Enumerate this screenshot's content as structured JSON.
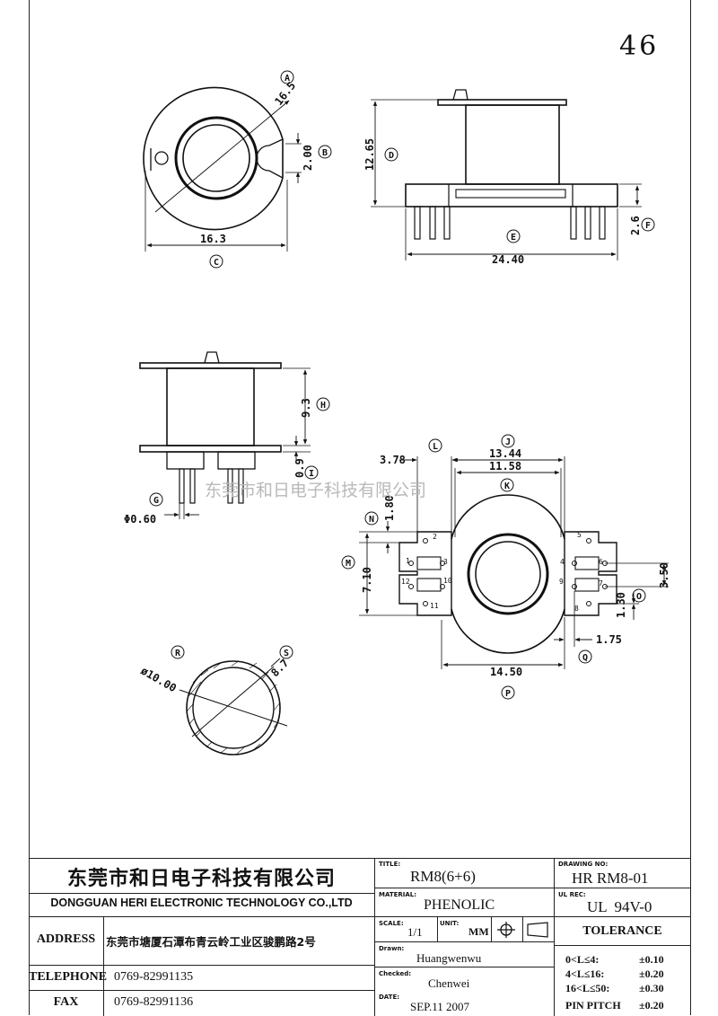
{
  "page_number": "46",
  "watermark": "东莞市和日电子科技有限公司",
  "views": {
    "top": {
      "dims": [
        "16.5",
        "2.00",
        "16.3"
      ],
      "labels": [
        "A",
        "B",
        "C"
      ]
    },
    "front": {
      "dims": [
        "12.65",
        "24.40",
        "2.6"
      ],
      "labels": [
        "D",
        "E",
        "F"
      ]
    },
    "side": {
      "dims": [
        "9.3",
        "0.9",
        "Φ0.60"
      ],
      "labels": [
        "H",
        "I",
        "G"
      ]
    },
    "bottom": {
      "dims": [
        "3.78",
        "13.44",
        "11.58",
        "1.80",
        "7.10",
        "3.50",
        "1.30",
        "1.75",
        "14.50"
      ],
      "labels": [
        "L",
        "J",
        "K",
        "N",
        "M",
        "O",
        "Q",
        "P"
      ],
      "pins": [
        "1",
        "2",
        "3",
        "4",
        "5",
        "6",
        "7",
        "8",
        "9",
        "10",
        "11",
        "12"
      ]
    },
    "section": {
      "dims": [
        "ø10.00",
        "8.7"
      ],
      "labels": [
        "R",
        "S"
      ]
    }
  },
  "title_block": {
    "company_cn": "东莞市和日电子科技有限公司",
    "company_en": "DONGGUAN HERI ELECTRONIC TECHNOLOGY CO.,LTD",
    "address_label": "ADDRESS",
    "address_value": "东莞市塘厦石潭布青云岭工业区骏鹏路2号",
    "telephone_label": "TELEPHONE",
    "telephone_value": "0769-82991135",
    "fax_label": "FAX",
    "fax_value": "0769-82991136",
    "title_label": "TITLE:",
    "title_value": "RM8(6+6)",
    "material_label": "MATERIAL:",
    "material_value": "PHENOLIC",
    "scale_label": "SCALE:",
    "scale_value": "1/1",
    "unit_label": "UNIT:",
    "unit_value": "MM",
    "drawn_label": "Drawn:",
    "drawn_value": "Huangwenwu",
    "checked_label": "Checked:",
    "checked_value": "Chenwei",
    "date_label": "DATE:",
    "date_value": "SEP.11 2007",
    "drawing_no_label": "DRAWING NO:",
    "drawing_no_value": "HR RM8-01",
    "ul_rec_label": "UL REC:",
    "ul_rec_value": "UL  94V-0",
    "tolerance_title": "TOLERANCE",
    "tolerances": [
      {
        "range": "0<L≤4:",
        "value": "±0.10"
      },
      {
        "range": "4<L≤16:",
        "value": "±0.20"
      },
      {
        "range": "16<L≤50:",
        "value": "±0.30"
      },
      {
        "range": "PIN PITCH",
        "value": "±0.20"
      }
    ]
  }
}
